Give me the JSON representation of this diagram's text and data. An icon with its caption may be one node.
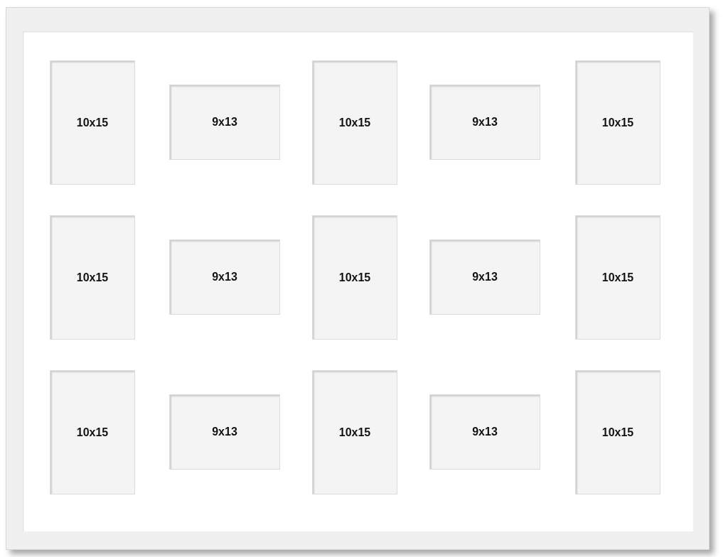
{
  "diagram": {
    "nodes": [
      {
        "text": [
          "10x15"
        ]
      },
      {
        "text": [
          "9x13"
        ]
      },
      {
        "text": [
          "10x15"
        ]
      },
      {
        "text": [
          "9x13"
        ]
      },
      {
        "text": [
          "10x15"
        ]
      },
      {
        "text": [
          "10x15"
        ]
      },
      {
        "text": [
          "9x13"
        ]
      },
      {
        "text": [
          "10x15"
        ]
      },
      {
        "text": [
          "9x13"
        ]
      },
      {
        "text": [
          "10x15"
        ]
      },
      {
        "text": [
          "10x15"
        ]
      },
      {
        "text": [
          "9x13"
        ]
      },
      {
        "text": [
          "10x15"
        ]
      },
      {
        "text": [
          "9x13"
        ]
      },
      {
        "text": [
          "10x15"
        ]
      }
    ]
  }
}
